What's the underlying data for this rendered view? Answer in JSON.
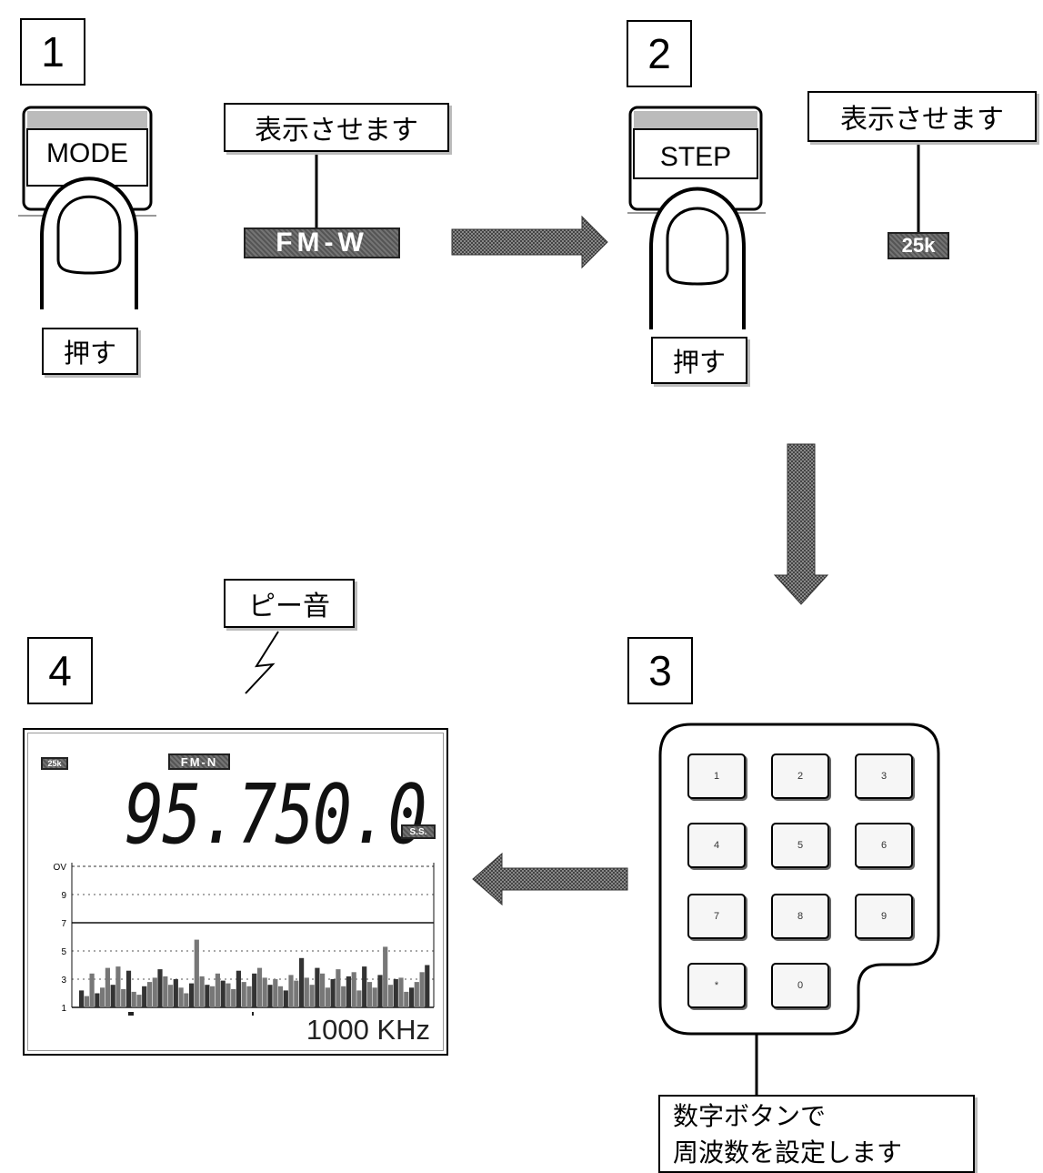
{
  "steps": [
    {
      "number": "1",
      "button_label": "MODE",
      "press_label": "押す",
      "show_label": "表示させます",
      "indicator": "FM-W"
    },
    {
      "number": "2",
      "button_label": "STEP",
      "press_label": "押す",
      "show_label": "表示させます",
      "indicator": "25k"
    },
    {
      "number": "3",
      "keypad_keys": [
        "1",
        "2",
        "3",
        "4",
        "5",
        "6",
        "7",
        "8",
        "9",
        "*",
        "0"
      ],
      "note_lines": [
        "数字ボタンで",
        "周波数を設定します"
      ]
    },
    {
      "number": "4",
      "beep_label": "ピー音",
      "display": {
        "step_badge": "25k",
        "mode_badge": "FM-N",
        "frequency": "95.750.0",
        "unit": "1000 KHz",
        "right_badge": "S.S.",
        "scale_labels": [
          "OV",
          "9",
          "7",
          "5",
          "3",
          "1"
        ]
      }
    }
  ],
  "spectrum": [
    2.2,
    1.8,
    3.4,
    2.0,
    2.4,
    3.8,
    2.6,
    3.9,
    2.3,
    3.6,
    2.1,
    1.9,
    2.5,
    2.8,
    3.1,
    3.7,
    3.2,
    2.6,
    3.0,
    2.4,
    2.0,
    2.7,
    5.8,
    3.2,
    2.6,
    2.5,
    3.4,
    2.9,
    2.7,
    2.3,
    3.6,
    2.8,
    2.5,
    3.4,
    3.8,
    3.1,
    2.6,
    3.0,
    2.5,
    2.2,
    3.3,
    2.9,
    4.5,
    3.1,
    2.6,
    3.8,
    3.4,
    2.4,
    3.0,
    3.7,
    2.5,
    3.2,
    3.5,
    2.2,
    3.9,
    2.8,
    2.4,
    3.3,
    5.3,
    2.6,
    3.0,
    3.1,
    2.1,
    2.4,
    2.8,
    3.5,
    4.0
  ]
}
